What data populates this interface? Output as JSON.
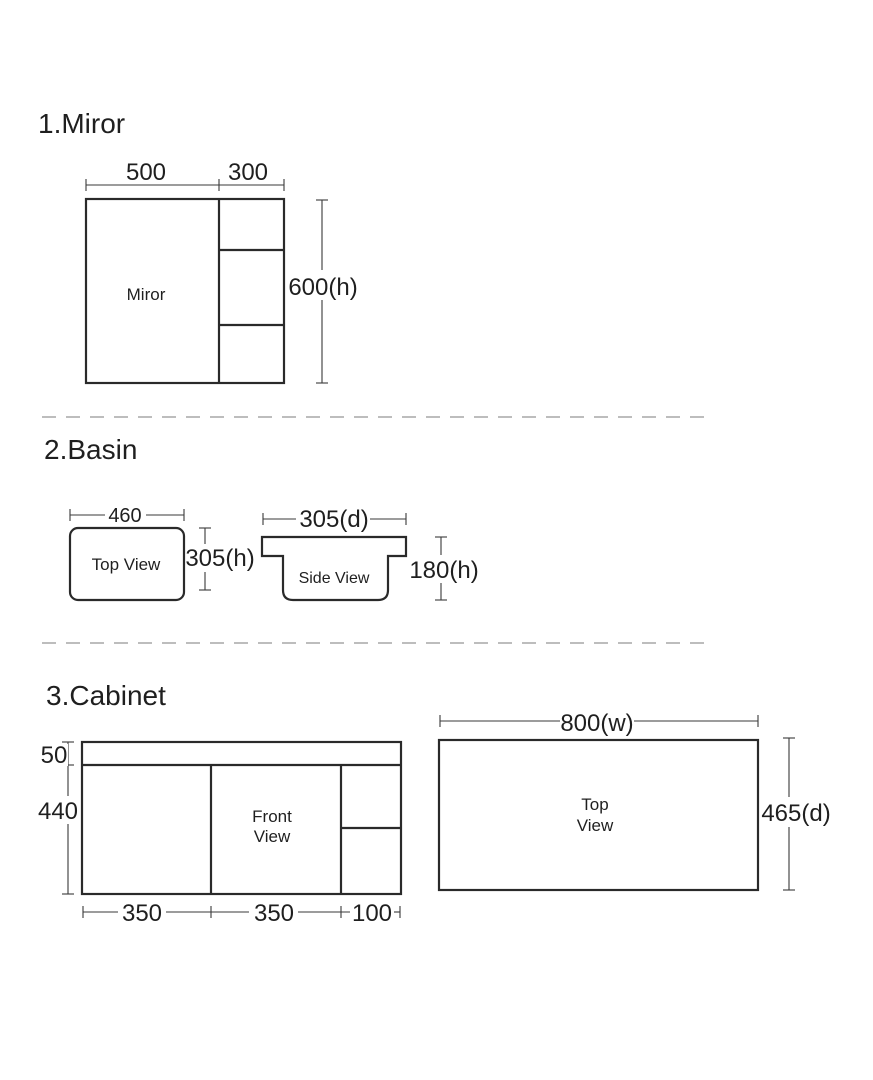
{
  "sections": {
    "mirror": {
      "heading": "1.Miror",
      "dim_width_main": "500",
      "dim_width_side": "300",
      "dim_height": "600(h)",
      "label": "Miror"
    },
    "basin": {
      "heading": "2.Basin",
      "top_view": {
        "dim_width": "460",
        "dim_height": "305(h)",
        "label": "Top View"
      },
      "side_view": {
        "dim_depth": "305(d)",
        "dim_height": "180(h)",
        "label": "Side View"
      }
    },
    "cabinet": {
      "heading": "3.Cabinet",
      "front_view": {
        "dim_top": "50",
        "dim_body": "440",
        "dim_w1": "350",
        "dim_w2": "350",
        "dim_w3": "100",
        "label_line1": "Front",
        "label_line2": "View"
      },
      "top_view": {
        "dim_width": "800(w)",
        "dim_depth": "465(d)",
        "label_line1": "Top",
        "label_line2": "View"
      }
    }
  }
}
